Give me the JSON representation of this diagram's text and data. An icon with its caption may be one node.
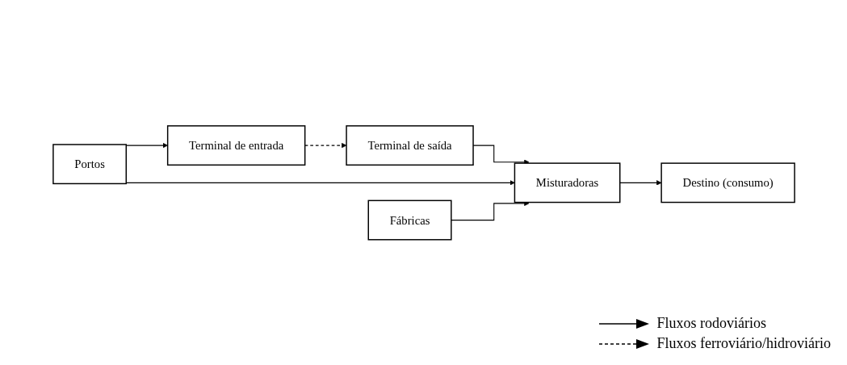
{
  "diagram": {
    "nodes": [
      {
        "text": [
          "Terminal de entrada"
        ]
      },
      {
        "text": [
          "Terminal de saída"
        ]
      },
      {
        "text": [
          "Portos"
        ]
      },
      {
        "text": [
          "Misturadoras"
        ]
      },
      {
        "text": [
          "Destino (consumo)"
        ]
      },
      {
        "text": [
          "Fábricas"
        ]
      }
    ],
    "edges": [
      {
        "from": 2,
        "to": 0,
        "arrow": "to"
      },
      {
        "from": 0,
        "to": 1,
        "arrow": "to",
        "style": "dashed"
      },
      {
        "from": 1,
        "to": 3,
        "arrow": "to"
      },
      {
        "from": 2,
        "to": 3,
        "arrow": "to"
      },
      {
        "from": 5,
        "to": 3,
        "arrow": "to"
      },
      {
        "from": 3,
        "to": 4,
        "arrow": "to"
      }
    ],
    "legend": [
      {
        "text": "Fluxos rodoviários"
      },
      {
        "text": "Fluxos ferroviário/hidroviário"
      }
    ]
  }
}
